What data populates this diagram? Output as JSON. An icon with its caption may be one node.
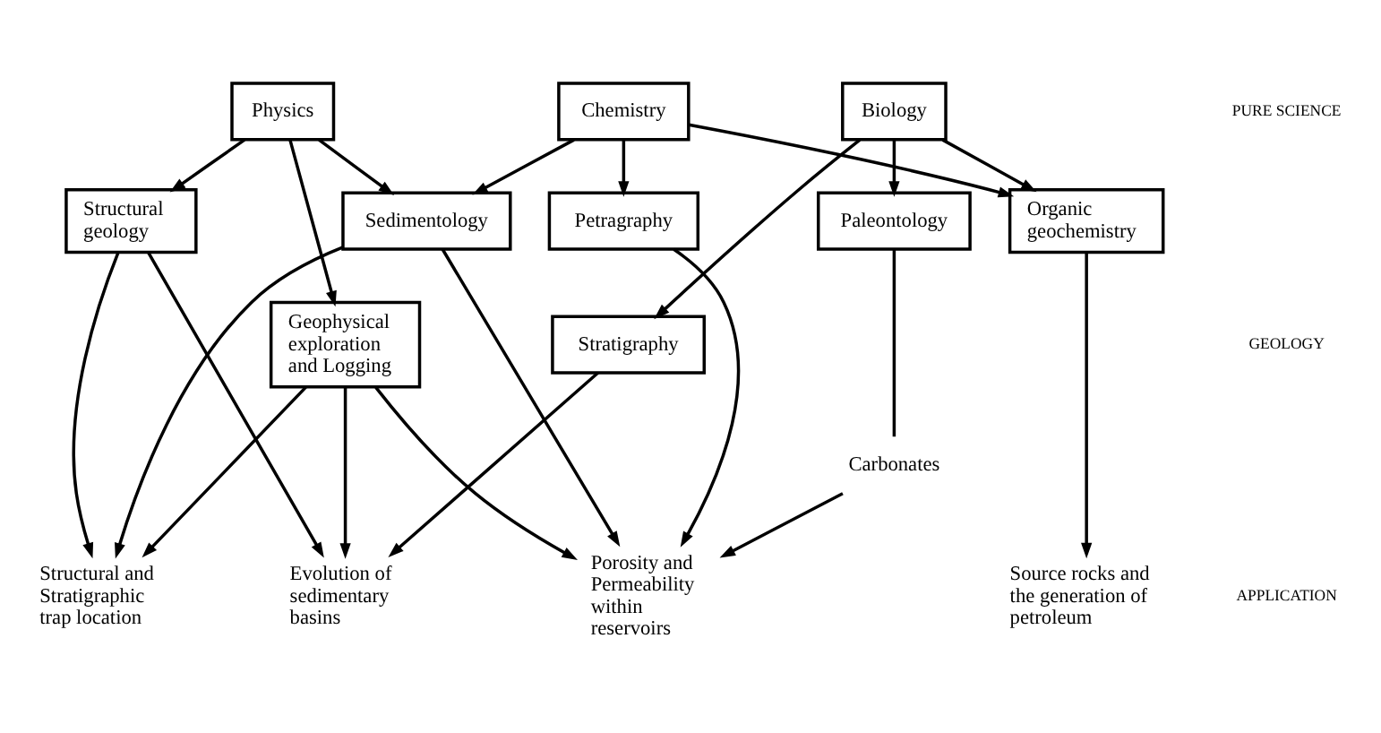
{
  "diagram": {
    "nodes": [
      {
        "text": [
          "Physics"
        ]
      },
      {
        "text": [
          "Chemistry"
        ]
      },
      {
        "text": [
          "Biology"
        ]
      },
      {
        "text": [
          "Structural geology"
        ]
      },
      {
        "text": [
          "Sedimentology"
        ]
      },
      {
        "text": [
          "Petragraphy"
        ]
      },
      {
        "text": [
          "Organic geochemistry"
        ]
      },
      {
        "text": [
          "Paleontology"
        ]
      },
      {
        "text": [
          "Geophysical exploration and Logging"
        ]
      },
      {
        "text": [
          "Stratigraphy"
        ]
      },
      {
        "text": [
          "Carbonates"
        ]
      },
      {
        "text": [
          "Evolution of sedimentary basins"
        ]
      },
      {
        "text": [
          "Structural and Stratigraphic trap location"
        ]
      },
      {
        "text": [
          "Porosity and Permeability within reservoirs"
        ]
      },
      {
        "text": [
          "Source rocks and the generation of petroleum"
        ]
      }
    ],
    "edges": [
      {
        "from": 0,
        "to": 3,
        "arrow": "to"
      },
      {
        "from": 0,
        "to": 8,
        "arrow": "to"
      },
      {
        "from": 0,
        "to": 4,
        "arrow": "to"
      },
      {
        "from": 1,
        "to": 4,
        "arrow": "to"
      },
      {
        "from": 1,
        "to": 5,
        "arrow": "to"
      },
      {
        "from": 1,
        "to": 6,
        "arrow": "to"
      },
      {
        "from": 2,
        "to": 6,
        "arrow": "to"
      },
      {
        "from": 2,
        "to": 9,
        "arrow": "to"
      },
      {
        "from": 2,
        "to": 7,
        "arrow": "to"
      },
      {
        "from": 3,
        "to": 11,
        "arrow": "to"
      },
      {
        "from": 8,
        "to": 11,
        "arrow": "to"
      },
      {
        "from": 9,
        "to": 11,
        "arrow": "to"
      },
      {
        "from": 3,
        "to": 12,
        "arrow": "to"
      },
      {
        "from": 8,
        "to": 12,
        "arrow": "to"
      },
      {
        "from": 4,
        "to": 12,
        "arrow": "to"
      },
      {
        "from": 8,
        "to": 13,
        "arrow": "to"
      },
      {
        "from": 4,
        "to": 13,
        "arrow": "to"
      },
      {
        "from": 5,
        "to": 13,
        "arrow": "to"
      },
      {
        "from": 7,
        "to": 10,
        "arrow": "none"
      },
      {
        "from": 10,
        "to": 13,
        "arrow": "to"
      },
      {
        "from": 6,
        "to": 14,
        "arrow": "to"
      }
    ],
    "labels": [
      "PURE SCIENCE",
      "GEOLOGY",
      "APPLICATION"
    ]
  }
}
